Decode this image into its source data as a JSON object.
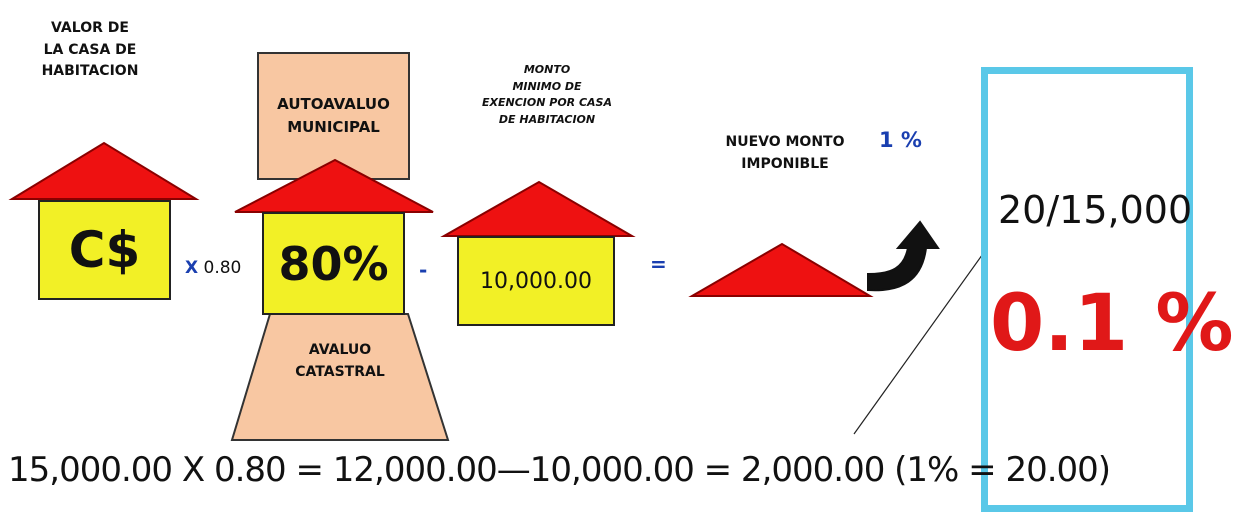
{
  "house1": {
    "label_line1": "VALOR DE",
    "label_line2": "LA CASA DE",
    "label_line3": "HABITACION",
    "value": "C$"
  },
  "multiplier": {
    "x": "X",
    "factor": "0.80"
  },
  "house2": {
    "top_line1": "AUTOAVALUO",
    "top_line2": "MUNICIPAL",
    "value": "80%",
    "bottom_line1": "AVALUO",
    "bottom_line2": "CATASTRAL"
  },
  "minus": "-",
  "house3": {
    "label_line1": "MONTO",
    "label_line2": "MINIMO DE",
    "label_line3": "EXENCION POR CASA",
    "label_line4": "DE HABITACION",
    "value": "10,000.00"
  },
  "equals": "=",
  "result": {
    "label_line1": "NUEVO MONTO",
    "label_line2": "IMPONIBLE",
    "percent": "1 %"
  },
  "panel": {
    "fraction": "20/15,000",
    "percent": "0.1 %"
  },
  "formula": "15,000.00 X 0.80 = 12,000.00—10,000.00 = 2,000.00 (1% = 20.00)",
  "colors": {
    "roof": "#ee1111",
    "yellow": "#f2f026",
    "peach": "#f8c7a2",
    "panel_border": "#5ac8e8",
    "blue": "#1a3fb0",
    "red_text": "#e01818"
  }
}
